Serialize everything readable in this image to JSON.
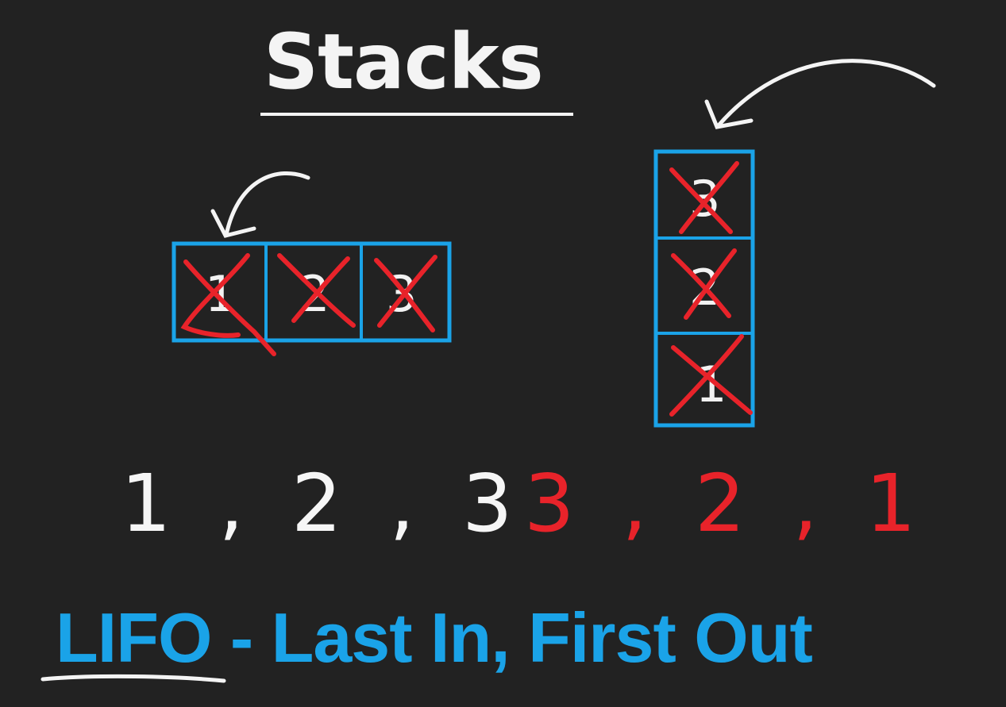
{
  "title": "Stacks",
  "horizontal_stack": {
    "cells": [
      "1",
      "2",
      "3"
    ]
  },
  "vertical_stack": {
    "cells": [
      "3",
      "2",
      "1"
    ]
  },
  "push_order": "1 , 2 , 3",
  "pop_order": "3 , 2 , 1",
  "caption": "LIFO - Last In, First Out",
  "colors": {
    "background": "#222222",
    "box": "#1aa3e8",
    "cross": "#e8232a",
    "ink": "#f4f4f4"
  }
}
